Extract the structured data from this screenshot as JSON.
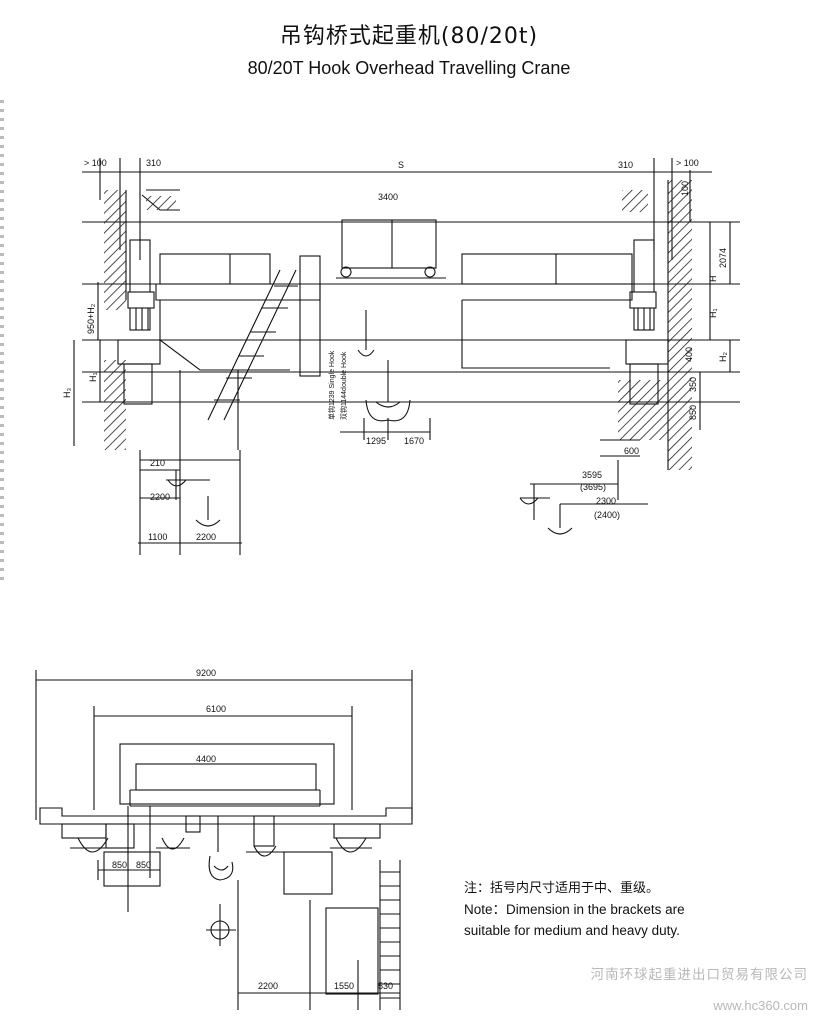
{
  "header": {
    "title_zh": "吊钩桥式起重机(80/20t)",
    "title_en": "80/20T Hook Overhead Travelling Crane"
  },
  "elevation_dims": {
    "gt100_left": "> 100",
    "d310_left": "310",
    "span": "S",
    "d310_right": "310",
    "gt100_right": "> 100",
    "d3400": "3400",
    "d100_vert": "100",
    "d2074": "2074",
    "H": "H",
    "H1": "H₁",
    "H2": "H₂",
    "H3": "H₃",
    "d950H2": "950+H₂",
    "d400": "400",
    "d350": "350",
    "d850": "850",
    "d600": "600",
    "hook_note_a": "单钩1239 Single Hook",
    "hook_note_b": "双钩1144double Hook",
    "d1295": "1295",
    "d1670": "1670",
    "d3595": "3595",
    "d3695": "(3695)",
    "d2300": "2300",
    "d2400": "(2400)",
    "d210": "210",
    "d2200_left": "2200",
    "d1100": "1100",
    "d2200_left_b": "2200"
  },
  "plan_dims": {
    "d9200": "9200",
    "d6100": "6100",
    "d4400": "4400",
    "d850a": "850",
    "d850b": "850",
    "d2200": "2200",
    "d1550": "1550",
    "d530": "530"
  },
  "note": {
    "zh": "注：括号内尺寸适用于中、重级。",
    "en_line1": "Note：Dimension in the brackets are",
    "en_line2": "suitable for medium and heavy duty."
  },
  "watermark": {
    "company": "河南环球起重进出口贸易有限公司",
    "site": "www.hc360.com"
  }
}
